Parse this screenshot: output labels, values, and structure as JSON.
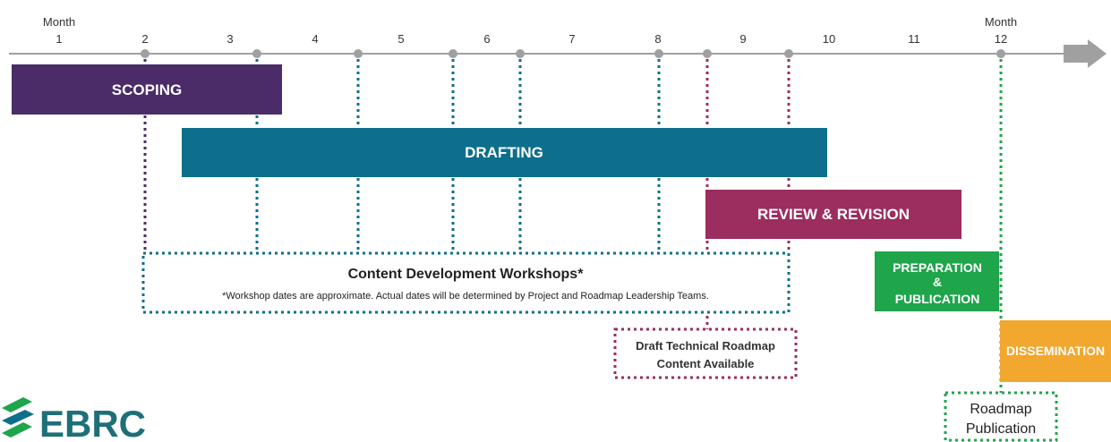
{
  "timeline": {
    "month_word": "Month",
    "months": [
      "1",
      "2",
      "3",
      "4",
      "5",
      "6",
      "7",
      "8",
      "9",
      "10",
      "11",
      "12"
    ]
  },
  "phases": {
    "scoping": "SCOPING",
    "drafting": "DRAFTING",
    "review": "REVIEW & REVISION",
    "preparation_line1": "PREPARATION",
    "preparation_line2": "&",
    "preparation_line3": "PUBLICATION",
    "dissemination": "DISSEMINATION"
  },
  "workshops": {
    "title": "Content Development Workshops*",
    "note": "*Workshop dates are approximate. Actual dates will be determined by Project and Roadmap Leadership Teams."
  },
  "draft_content": {
    "line1": "Draft Technical Roadmap",
    "line2": "Content Available"
  },
  "publication": {
    "line1": "Roadmap",
    "line2": "Publication"
  },
  "logo": {
    "text": "EBRC"
  },
  "colors": {
    "scoping": "#4b2c69",
    "drafting": "#0d6f8c",
    "review": "#9b2d5f",
    "preparation": "#1fa54a",
    "dissemination": "#f2a72e",
    "axis": "#a0a0a0"
  }
}
